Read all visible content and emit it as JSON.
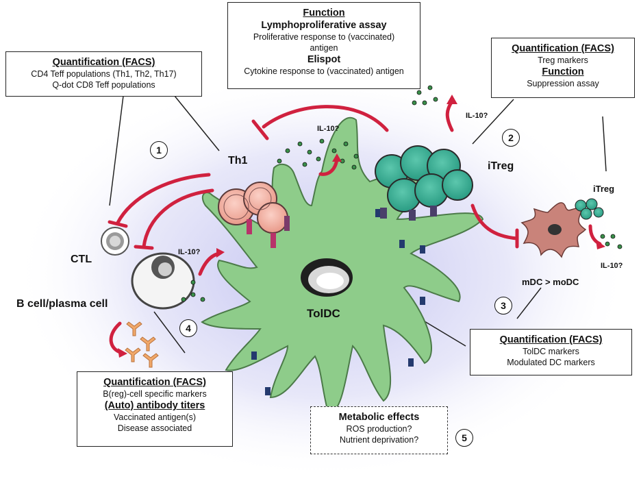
{
  "boxes": {
    "function_top": {
      "h1": "Function",
      "h2": "Lymphoproliferative assay",
      "l1": "Proliferative response to (vaccinated)",
      "l2": "antigen",
      "h3": "Elispot",
      "l3": "Cytokine response to (vaccinated) antigen"
    },
    "facs_teff": {
      "h1": "Quantification (FACS)",
      "l1": "CD4 Teff populations (Th1, Th2, Th17)",
      "l2": "Q-dot CD8 Teff populations"
    },
    "facs_treg": {
      "h1": "Quantification (FACS)",
      "l1": "Treg markers",
      "h2": "Function",
      "l2": "Suppression assay"
    },
    "facs_toldc": {
      "h1": "Quantification (FACS)",
      "l1": "TolDC markers",
      "l2": "Modulated DC markers"
    },
    "facs_bcell": {
      "h1": "Quantification (FACS)",
      "l1": "B(reg)-cell specific markers",
      "h2": "(Auto) antibody titers",
      "l2": "Vaccinated antigen(s)",
      "l3": "Disease associated"
    },
    "metabolic": {
      "h1": "Metabolic effects",
      "l1": "ROS production?",
      "l2": "Nutrient deprivation?"
    }
  },
  "labels": {
    "th1": "Th1",
    "itreg_main": "iTreg",
    "itreg_small": "iTreg",
    "ctl": "CTL",
    "bcell": "B cell/plasma cell",
    "toldc": "TolDC",
    "mdc": "mDC > moDC",
    "il10_center": "IL-10?",
    "il10_treg": "IL-10?",
    "il10_bcell": "IL-10?",
    "il10_right": "IL-10?"
  },
  "numbers": [
    "1",
    "2",
    "3",
    "4",
    "5"
  ],
  "colors": {
    "dc_green": "#8ecc8a",
    "treg_teal": "#3fae95",
    "th1_pink": "#f3b7a8",
    "mdc_rose": "#c9837a",
    "arrow_red": "#d0213f",
    "bcell_orange": "#f0a86a",
    "glow": "#c9c9f0"
  }
}
